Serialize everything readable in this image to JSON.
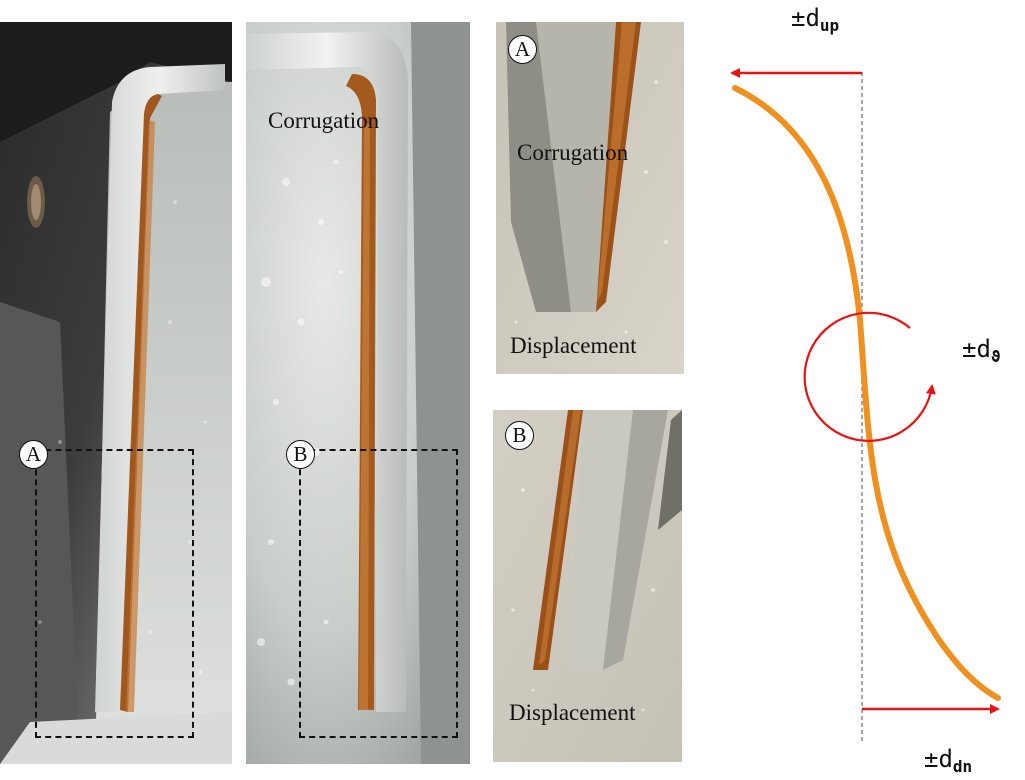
{
  "photos": {
    "panel_main_left": {
      "badge": "A"
    },
    "panel_main_right": {
      "badge": "B",
      "label": "Corrugation"
    },
    "panel_zoom_a": {
      "badge": "A",
      "label_top": "Corrugation",
      "label_bottom": "Displacement"
    },
    "panel_zoom_b": {
      "badge": "B",
      "label_bottom": "Displacement"
    }
  },
  "schematic": {
    "label_up_prefix": "±d",
    "label_up_sub": "up",
    "label_rot_prefix": "±d",
    "label_rot_sub": "ϑ",
    "label_dn_prefix": "±d",
    "label_dn_sub": "dn",
    "curve_color": "#f0901e",
    "arrow_color": "#e81414",
    "axis_color": "#888888"
  }
}
